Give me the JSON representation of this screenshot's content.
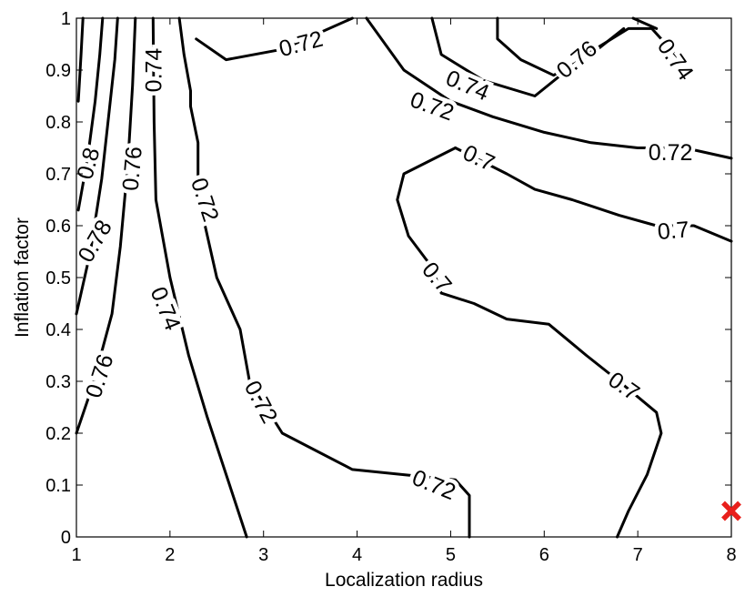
{
  "chart_data": {
    "type": "contour",
    "xlabel": "Localization radius",
    "ylabel": "Inflation factor",
    "xlim": [
      1,
      8
    ],
    "ylim": [
      0,
      1
    ],
    "xticks": [
      "1",
      "2",
      "3",
      "4",
      "5",
      "6",
      "7",
      "8"
    ],
    "yticks": [
      "0",
      "0.1",
      "0.2",
      "0.3",
      "0.4",
      "0.5",
      "0.6",
      "0.7",
      "0.8",
      "0.9",
      "1"
    ],
    "grid": false,
    "contours": [
      {
        "level": "0.8",
        "points": [
          [
            1.02,
            0.84
          ],
          [
            1.05,
            0.93
          ],
          [
            1.07,
            1.0
          ]
        ]
      },
      {
        "level": "0.8",
        "points": [
          [
            1.02,
            0.63
          ],
          [
            1.12,
            0.73
          ],
          [
            1.2,
            0.84
          ],
          [
            1.25,
            0.93
          ],
          [
            1.28,
            1.0
          ]
        ]
      },
      {
        "level": "0.78",
        "points": [
          [
            1.0,
            0.43
          ],
          [
            1.15,
            0.55
          ],
          [
            1.27,
            0.69
          ],
          [
            1.35,
            0.82
          ],
          [
            1.41,
            0.92
          ],
          [
            1.44,
            1.0
          ]
        ]
      },
      {
        "level": "0.76",
        "points": [
          [
            1.0,
            0.2
          ],
          [
            1.17,
            0.29
          ],
          [
            1.38,
            0.43
          ],
          [
            1.47,
            0.56
          ],
          [
            1.55,
            0.72
          ],
          [
            1.6,
            0.87
          ],
          [
            1.63,
            1.0
          ]
        ]
      },
      {
        "level": "0.74",
        "points": [
          [
            2.82,
            0.0
          ],
          [
            2.4,
            0.23
          ],
          [
            2.2,
            0.35
          ],
          [
            2.0,
            0.5
          ],
          [
            1.85,
            0.65
          ],
          [
            1.83,
            0.8
          ],
          [
            1.82,
            1.0
          ]
        ]
      },
      {
        "level": "0.72",
        "points": [
          [
            5.2,
            0.0
          ],
          [
            5.2,
            0.08
          ],
          [
            5.05,
            0.11
          ],
          [
            4.5,
            0.12
          ],
          [
            3.95,
            0.13
          ],
          [
            3.2,
            0.2
          ],
          [
            2.85,
            0.3
          ],
          [
            2.75,
            0.4
          ],
          [
            2.5,
            0.5
          ],
          [
            2.3,
            0.66
          ],
          [
            2.3,
            0.76
          ],
          [
            2.22,
            0.83
          ],
          [
            2.22,
            0.86
          ],
          [
            2.15,
            0.93
          ],
          [
            2.1,
            1.0
          ]
        ]
      },
      {
        "level": "0.72",
        "points": [
          [
            2.28,
            0.96
          ],
          [
            2.6,
            0.92
          ],
          [
            3.2,
            0.94
          ],
          [
            3.95,
            1.0
          ]
        ]
      },
      {
        "level": "0.72",
        "points": [
          [
            4.1,
            1.0
          ],
          [
            4.5,
            0.9
          ],
          [
            5.0,
            0.84
          ],
          [
            5.45,
            0.81
          ],
          [
            6.0,
            0.78
          ],
          [
            6.5,
            0.76
          ],
          [
            7.0,
            0.75
          ],
          [
            7.5,
            0.75
          ],
          [
            8.0,
            0.73
          ]
        ]
      },
      {
        "level": "0.74",
        "points": [
          [
            4.8,
            1.0
          ],
          [
            4.9,
            0.93
          ],
          [
            5.35,
            0.88
          ],
          [
            5.9,
            0.85
          ],
          [
            6.45,
            0.93
          ],
          [
            6.9,
            0.98
          ],
          [
            7.15,
            0.98
          ],
          [
            7.55,
            0.9
          ]
        ]
      },
      {
        "level": "0.76",
        "points": [
          [
            5.5,
            1.0
          ],
          [
            5.5,
            0.96
          ],
          [
            5.75,
            0.92
          ],
          [
            6.1,
            0.89
          ],
          [
            6.5,
            0.93
          ],
          [
            6.85,
            0.98
          ]
        ]
      },
      {
        "level": "0.74",
        "points": [
          [
            6.95,
            1.0
          ],
          [
            7.2,
            0.98
          ]
        ]
      },
      {
        "level": "0.7",
        "points": [
          [
            5.05,
            0.75
          ],
          [
            4.5,
            0.7
          ],
          [
            4.43,
            0.65
          ],
          [
            4.55,
            0.58
          ],
          [
            4.8,
            0.52
          ],
          [
            4.9,
            0.47
          ],
          [
            5.25,
            0.45
          ],
          [
            5.6,
            0.42
          ],
          [
            6.05,
            0.41
          ],
          [
            6.45,
            0.35
          ],
          [
            6.8,
            0.3
          ],
          [
            7.2,
            0.24
          ],
          [
            7.25,
            0.2
          ],
          [
            7.1,
            0.12
          ],
          [
            6.9,
            0.05
          ],
          [
            6.78,
            0.0
          ]
        ]
      },
      {
        "level": "0.7",
        "points": [
          [
            5.05,
            0.75
          ],
          [
            5.6,
            0.7
          ],
          [
            5.9,
            0.67
          ],
          [
            6.3,
            0.65
          ],
          [
            6.8,
            0.62
          ],
          [
            7.2,
            0.6
          ],
          [
            7.6,
            0.6
          ],
          [
            8.0,
            0.57
          ]
        ]
      }
    ],
    "contour_labels": [
      {
        "text": "0.72",
        "x": 3.4,
        "y": 0.95,
        "rotate": -15
      },
      {
        "text": "0.72",
        "x": 2.37,
        "y": 0.65,
        "rotate": 72
      },
      {
        "text": "0.72",
        "x": 2.97,
        "y": 0.26,
        "rotate": 62
      },
      {
        "text": "0.72",
        "x": 4.82,
        "y": 0.1,
        "rotate": 22
      },
      {
        "text": "0.72",
        "x": 4.8,
        "y": 0.83,
        "rotate": 20
      },
      {
        "text": "0.72",
        "x": 7.35,
        "y": 0.74,
        "rotate": 0
      },
      {
        "text": "0.74",
        "x": 1.83,
        "y": 0.9,
        "rotate": -90
      },
      {
        "text": "0.74",
        "x": 1.95,
        "y": 0.44,
        "rotate": 68
      },
      {
        "text": "0.74",
        "x": 5.18,
        "y": 0.87,
        "rotate": 23
      },
      {
        "text": "0.74",
        "x": 7.4,
        "y": 0.92,
        "rotate": 55
      },
      {
        "text": "0.76",
        "x": 1.6,
        "y": 0.71,
        "rotate": -85
      },
      {
        "text": "0.76",
        "x": 1.25,
        "y": 0.31,
        "rotate": -72
      },
      {
        "text": "0.76",
        "x": 6.35,
        "y": 0.92,
        "rotate": -40
      },
      {
        "text": "0.78",
        "x": 1.2,
        "y": 0.57,
        "rotate": -60
      },
      {
        "text": "0.8",
        "x": 1.13,
        "y": 0.72,
        "rotate": -75
      },
      {
        "text": "0.7",
        "x": 5.3,
        "y": 0.73,
        "rotate": 25
      },
      {
        "text": "0.7",
        "x": 7.38,
        "y": 0.59,
        "rotate": -5
      },
      {
        "text": "0.7",
        "x": 4.85,
        "y": 0.5,
        "rotate": 50
      },
      {
        "text": "0.7",
        "x": 6.85,
        "y": 0.29,
        "rotate": 35
      }
    ],
    "markers": [
      {
        "x": 8.0,
        "y": 0.05,
        "symbol": "x",
        "color": "#e8201c"
      }
    ]
  }
}
